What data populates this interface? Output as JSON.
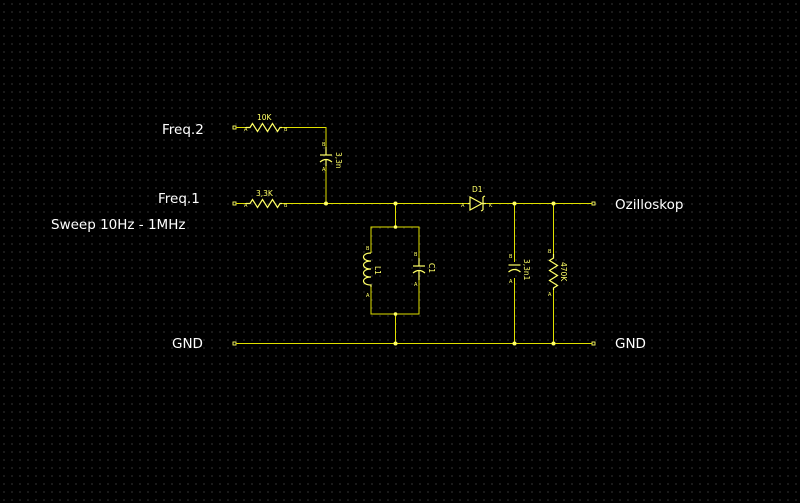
{
  "labels": {
    "freq2": "Freq.2",
    "freq1": "Freq.1",
    "sweep": "Sweep 10Hz - 1MHz",
    "gnd_left": "GND",
    "gnd_right": "GND",
    "output": "Ozilloskop"
  },
  "components": {
    "r_top": {
      "value": "10K"
    },
    "r_left": {
      "value": "3,3K"
    },
    "c_coupling": {
      "value": "3,3n"
    },
    "inductor": {
      "ref": "L1"
    },
    "c_tank": {
      "ref": "C1"
    },
    "diode": {
      "ref": "D1"
    },
    "c_out": {
      "value": "3,3n1"
    },
    "r_out": {
      "value": "470K"
    }
  },
  "pins": {
    "a": "A",
    "b": "B",
    "k": "K"
  },
  "colors": {
    "background": "#000000",
    "grid_dot": "#3c3c3c",
    "wire": "#e0e000",
    "component": "#ffff66",
    "text": "#ffffff"
  }
}
